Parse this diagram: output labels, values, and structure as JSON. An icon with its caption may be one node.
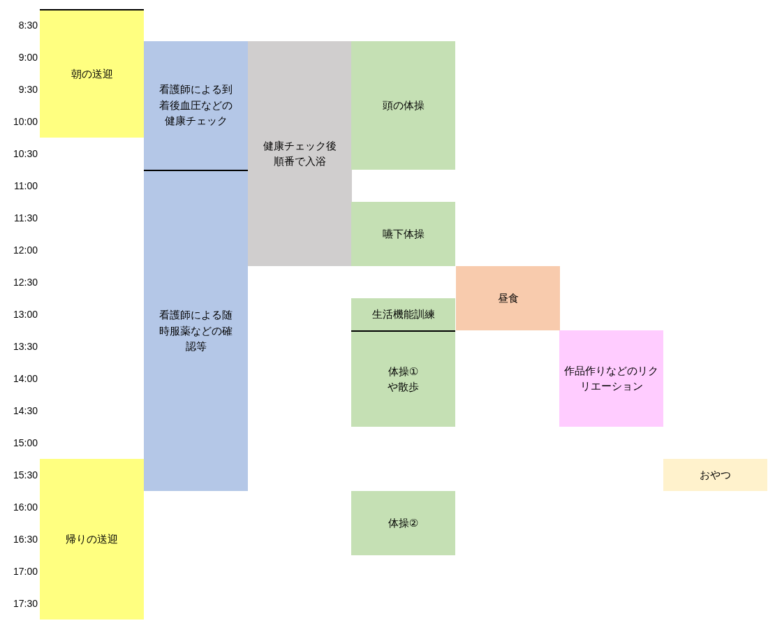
{
  "diagram": {
    "nodes": [
      {
        "text": [
          "朝の送迎"
        ]
      },
      {
        "text": [
          "看護師による到着後血圧などの健康チェック"
        ]
      },
      {
        "text": [
          "健康チェック後順番で入浴"
        ]
      },
      {
        "text": [
          "頭の体操"
        ]
      },
      {
        "text": [
          "嚥下体操"
        ]
      },
      {
        "text": [
          "昼食"
        ]
      },
      {
        "text": [
          "生活機能訓練"
        ]
      },
      {
        "text": [
          "看護師による随時服薬などの確認等"
        ]
      },
      {
        "text": [
          "体操①や散歩"
        ]
      },
      {
        "text": [
          "作品作りなどのリクリエーション"
        ]
      },
      {
        "text": [
          "おやつ"
        ]
      },
      {
        "text": [
          "帰りの送迎"
        ]
      },
      {
        "text": [
          "体操②"
        ]
      }
    ],
    "labels": [
      "8:30",
      "9:00",
      "9:30",
      "10:00",
      "10:30",
      "11:00",
      "11:30",
      "12:00",
      "12:30",
      "13:00",
      "13:30",
      "14:00",
      "14:30",
      "15:00",
      "15:30",
      "16:00",
      "16:30",
      "17:00",
      "17:30"
    ]
  }
}
